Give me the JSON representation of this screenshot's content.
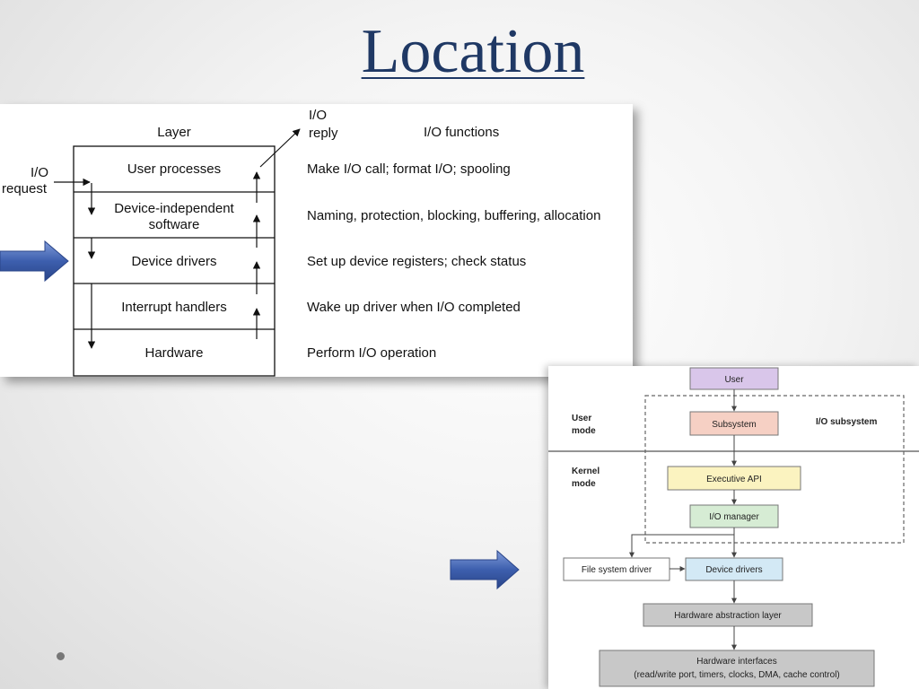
{
  "slide": {
    "title": "Location"
  },
  "layers_diagram": {
    "header_layer": "Layer",
    "header_reply_line1": "I/O",
    "header_reply_line2": "reply",
    "header_functions": "I/O functions",
    "request_line1": "I/O",
    "request_line2": "request",
    "layers": [
      {
        "name_line1": "User processes",
        "name_line2": "",
        "function": "Make I/O call; format I/O; spooling"
      },
      {
        "name_line1": "Device-independent",
        "name_line2": "software",
        "function": "Naming, protection, blocking, buffering, allocation"
      },
      {
        "name_line1": "Device drivers",
        "name_line2": "",
        "function": "Set up device registers; check status"
      },
      {
        "name_line1": "Interrupt handlers",
        "name_line2": "",
        "function": "Wake up driver when I/O completed"
      },
      {
        "name_line1": "Hardware",
        "name_line2": "",
        "function": "Perform I/O operation"
      }
    ]
  },
  "io_diagram": {
    "user": "User",
    "user_mode_line1": "User",
    "user_mode_line2": "mode",
    "subsystem": "Subsystem",
    "io_subsystem": "I/O subsystem",
    "kernel_mode_line1": "Kernel",
    "kernel_mode_line2": "mode",
    "executive_api": "Executive API",
    "io_manager": "I/O manager",
    "file_system_driver": "File system driver",
    "device_drivers": "Device drivers",
    "hal": "Hardware abstraction layer",
    "hw_interfaces_line1": "Hardware interfaces",
    "hw_interfaces_line2": "(read/write port, timers, clocks, DMA, cache control)",
    "colors": {
      "user": "#d9c6ea",
      "subsystem": "#f6d0c4",
      "executive": "#fbf3c0",
      "io_manager": "#d6ecd4",
      "device_drivers": "#d3e9f5",
      "gray_box": "#c8c8c8"
    }
  },
  "colors": {
    "title": "#1f3864",
    "pointer_arrow": "#3d5fae"
  }
}
